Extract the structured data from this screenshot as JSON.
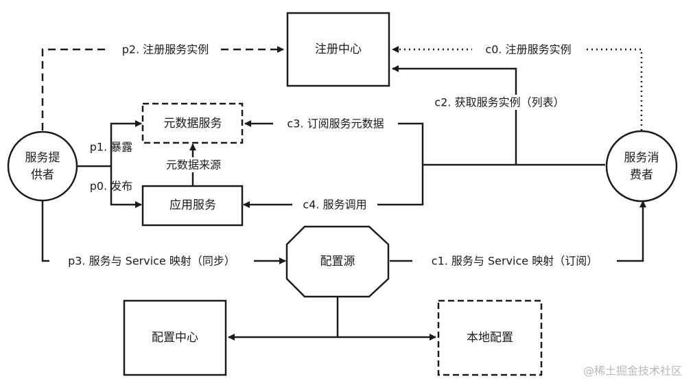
{
  "nodes": {
    "registry": "注册中心",
    "metadata_service": "元数据服务",
    "app_service": "应用服务",
    "config_source": "配置源",
    "config_center": "配置中心",
    "local_config": "本地配置",
    "provider_line1": "服务提",
    "provider_line2": "供者",
    "consumer_line1": "服务消",
    "consumer_line2": "费者"
  },
  "edges": {
    "p2": "p2. 注册服务实例",
    "c0": "c0. 注册服务实例",
    "c2": "c2. 获取服务实例（列表）",
    "p1": "p1. 暴露",
    "p0": "p0. 发布",
    "c3": "c3. 订阅服务元数据",
    "metadata_source": "元数据来源",
    "c4": "c4. 服务调用",
    "p3": "p3. 服务与 Service 映射（同步）",
    "c1": "c1. 服务与 Service 映射（订阅）"
  },
  "watermark": "@稀土掘金技术社区"
}
